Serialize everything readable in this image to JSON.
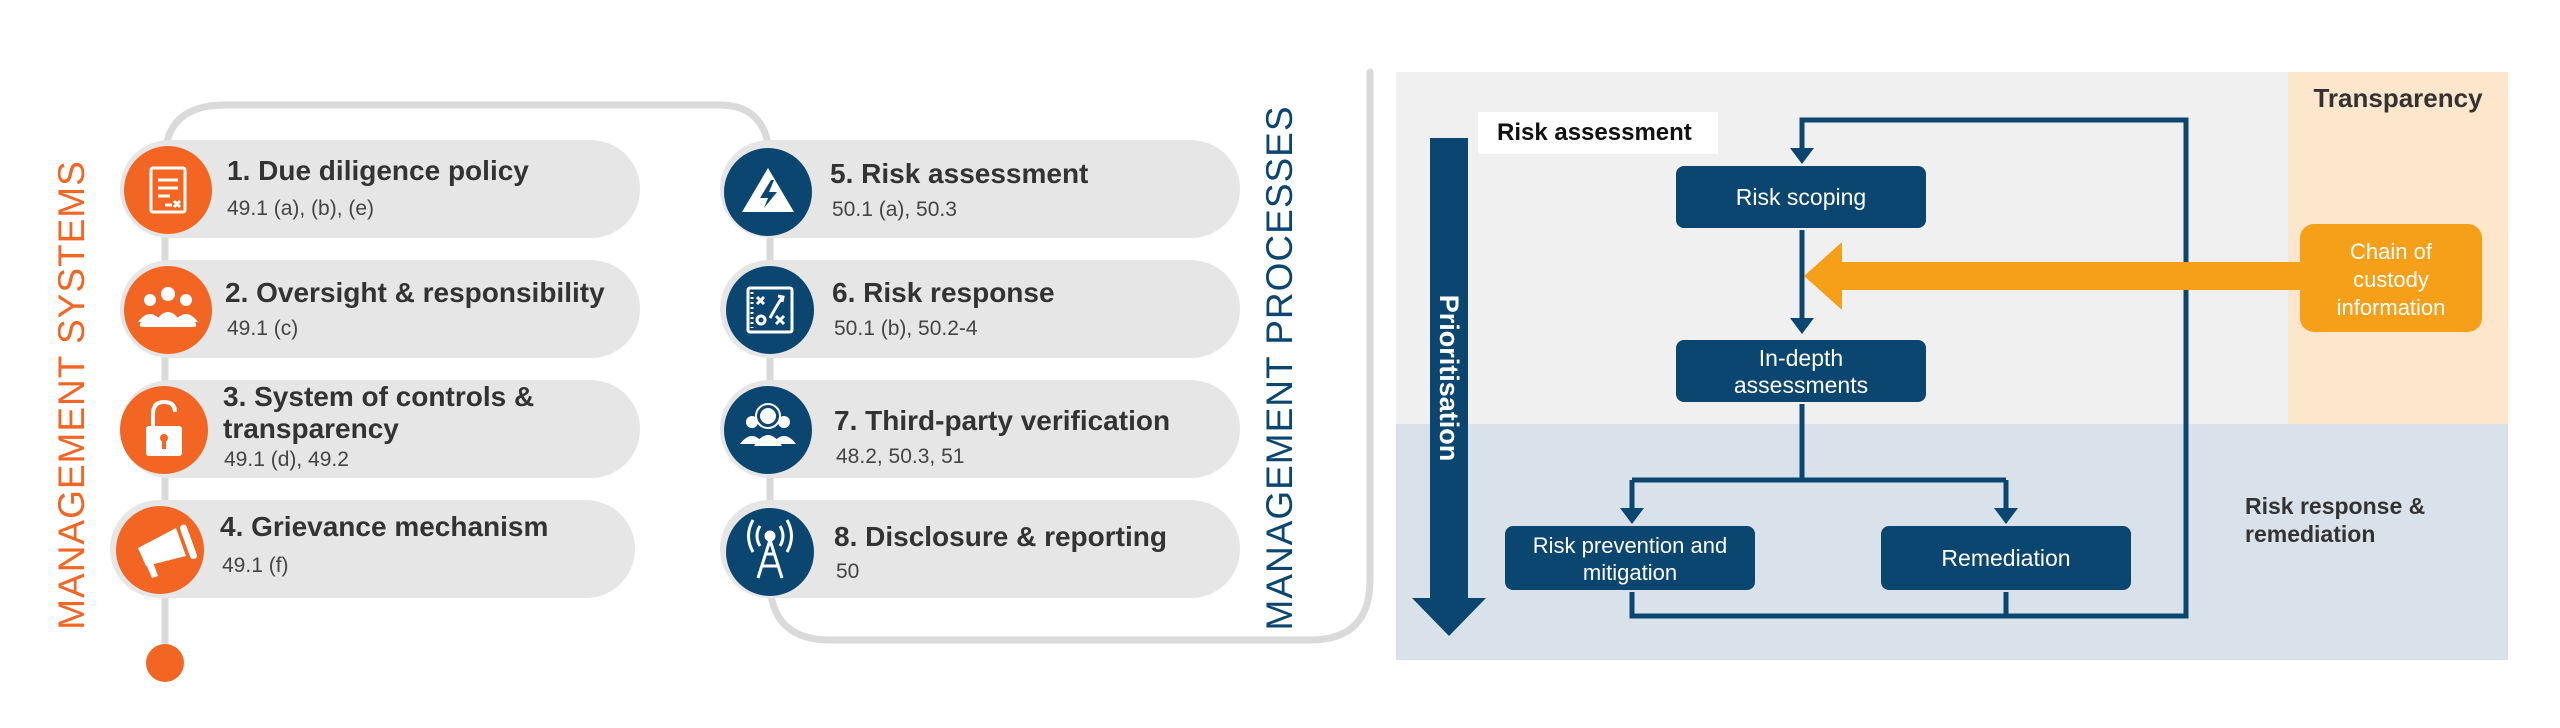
{
  "colors": {
    "orange": "#F26522",
    "navy": "#0B4670",
    "pill": "#E6E6E6",
    "track": "#DADADA",
    "transparency_bg": "#FCE6CC",
    "top_bg": "#F0F0F0",
    "bottom_bg": "#D9E1EA",
    "chain_orange": "#F6A01A"
  },
  "management_systems": {
    "label": "MANAGEMENT SYSTEMS",
    "items": [
      {
        "title": "1. Due diligence policy",
        "ref": "49.1 (a), (b), (e)",
        "icon": "policy-document-icon"
      },
      {
        "title": "2. Oversight & responsibility",
        "ref": "49.1 (c)",
        "icon": "people-group-icon"
      },
      {
        "title_line1": "3. System of controls &",
        "title_line2": "transparency",
        "ref": "49.1 (d), 49.2",
        "icon": "padlock-icon"
      },
      {
        "title": "4. Grievance mechanism",
        "ref": "49.1 (f)",
        "icon": "megaphone-icon"
      }
    ]
  },
  "management_processes": {
    "label": "MANAGEMENT PROCESSES",
    "items": [
      {
        "title": "5. Risk assessment",
        "ref": "50.1 (a), 50.3",
        "icon": "warning-triangle-icon"
      },
      {
        "title": "6. Risk response",
        "ref": "50.1 (b), 50.2-4",
        "icon": "strategy-board-icon"
      },
      {
        "title": "7. Third-party verification",
        "ref": "48.2, 50.3, 51",
        "icon": "auditors-icon"
      },
      {
        "title": "8. Disclosure & reporting",
        "ref": "50",
        "icon": "broadcast-tower-icon"
      }
    ]
  },
  "flow": {
    "risk_assessment_label": "Risk assessment",
    "transparency_label": "Transparency",
    "prioritisation_label": "Prioritisation",
    "risk_scoping": "Risk scoping",
    "in_depth_line1": "In-depth",
    "in_depth_line2": "assessments",
    "prevention_line1": "Risk prevention and",
    "prevention_line2": "mitigation",
    "remediation": "Remediation",
    "chain_line1": "Chain of",
    "chain_line2": "custody",
    "chain_line3": "information",
    "response_line1": "Risk response &",
    "response_line2": "remediation"
  }
}
